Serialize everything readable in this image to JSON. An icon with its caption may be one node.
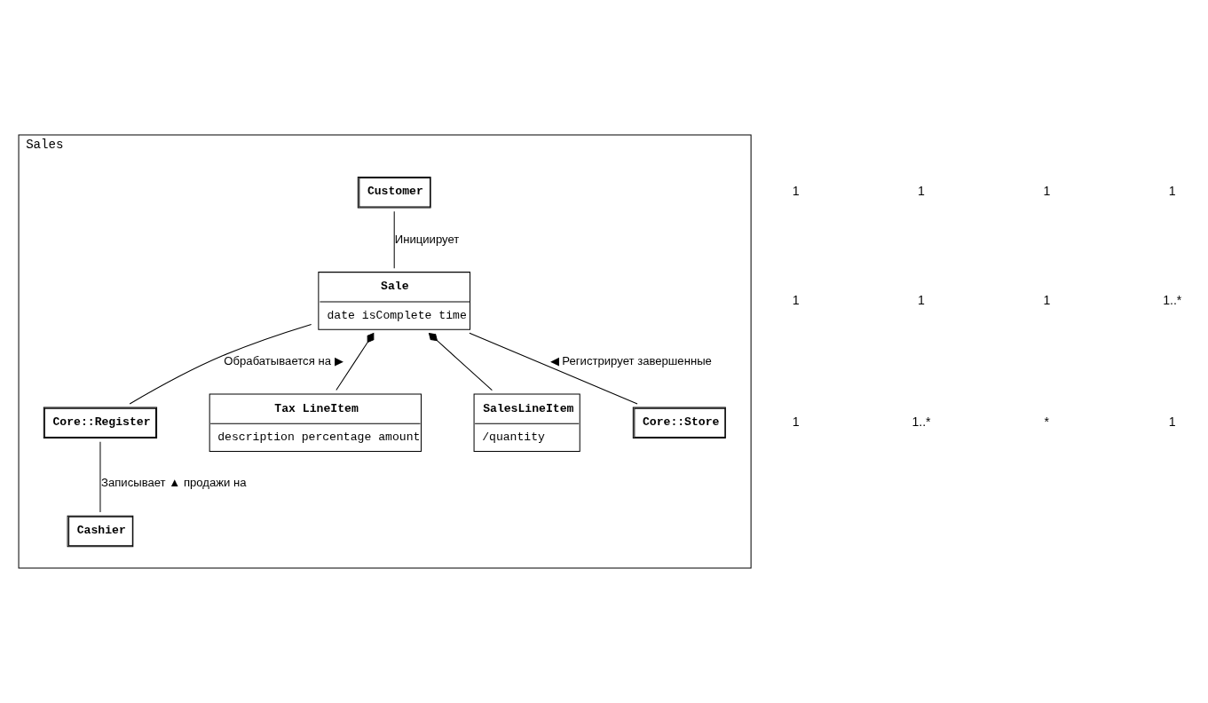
{
  "diagram": {
    "nodes": [
      {
        "text": [
          "Sales"
        ]
      },
      {
        "text": [
          "Customer"
        ],
        "in": 0
      },
      {
        "text": [
          "Core::Register"
        ],
        "in": 0
      },
      {
        "text": [
          "Tax LineItem",
          "description percentage amount"
        ],
        "in": 0
      },
      {
        "text": [
          "Sale",
          "date isComplete time"
        ],
        "in": 0
      },
      {
        "text": [
          "SalesLineItem",
          "/quantity"
        ],
        "in": 0
      },
      {
        "text": [
          "Cashier"
        ],
        "in": 0
      },
      {
        "text": [
          "Core::Store"
        ],
        "in": 0
      }
    ],
    "edges": [
      {
        "from": 1,
        "to": 4,
        "arrow": "none",
        "label": "Инициирует"
      },
      {
        "from": 4,
        "to": 2,
        "arrow": "none",
        "label": "Обрабатывается на ▶"
      },
      {
        "from": 2,
        "to": 6,
        "arrow": "none",
        "label": "Записывает ▲ продажи на"
      },
      {
        "from": 4,
        "to": 3,
        "arrow": "other"
      },
      {
        "from": 4,
        "to": 5,
        "arrow": "other"
      },
      {
        "from": 4,
        "to": 7,
        "arrow": "none",
        "label": "◀ Регистрирует завершенные"
      }
    ],
    "labels": [
      "1",
      "1",
      "1",
      "1",
      "1",
      "1",
      "1",
      "1..*",
      "1",
      "1..*",
      "*",
      "1"
    ]
  }
}
